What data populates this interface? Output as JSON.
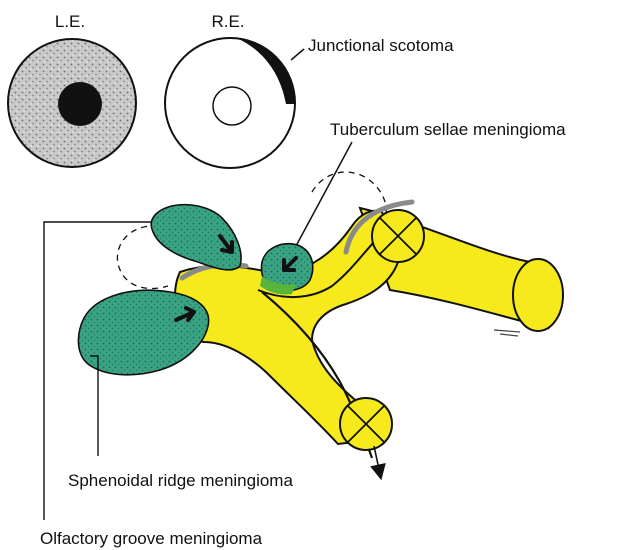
{
  "labels": {
    "left_eye": "L.E.",
    "right_eye": "R.E.",
    "junctional_scotoma": "Junctional scotoma",
    "tuberculum_sellae": "Tuberculum sellae meningioma",
    "sphenoidal_ridge": "Sphenoidal ridge meningioma",
    "olfactory_groove": "Olfactory groove meningioma"
  },
  "colors": {
    "optic_pathway": "#f7ea1c",
    "meningioma": "#3aa384",
    "overlap": "#58b43a",
    "outline": "#111111",
    "stipple_field": "#b5b5b5",
    "bone_ridge": "#8a8a8a"
  }
}
